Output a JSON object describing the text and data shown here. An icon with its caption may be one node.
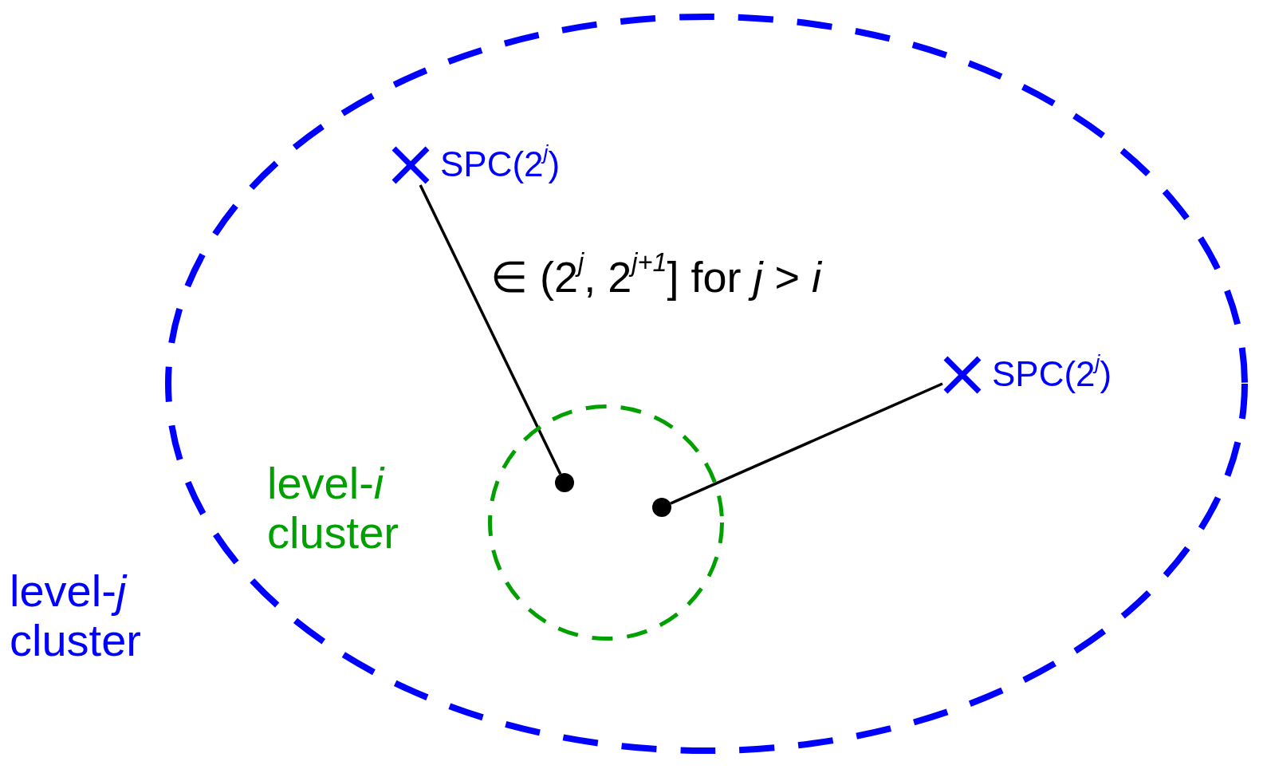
{
  "diagram": {
    "nodes": [
      {
        "text": [
          "level-*j* cluster"
        ]
      },
      {
        "text": [
          "level-*i* cluster"
        ],
        "in": 0
      },
      {
        "text": [
          "SPC(2$^{j}$)"
        ],
        "in": 0
      },
      {
        "text": [
          "SPC(2$^{j}$)"
        ],
        "in": 0
      },
      {
        "text": [],
        "shape": "circle",
        "in": 1
      },
      {
        "text": [],
        "shape": "circle",
        "in": 1
      }
    ],
    "edges": [
      {
        "from": 2,
        "to": 4,
        "arrow": "none",
        "label": "∈ (2$^{j}$, 2$^{j+1}$] for *j* > *i*"
      },
      {
        "from": 5,
        "to": 3,
        "arrow": "none"
      }
    ]
  }
}
